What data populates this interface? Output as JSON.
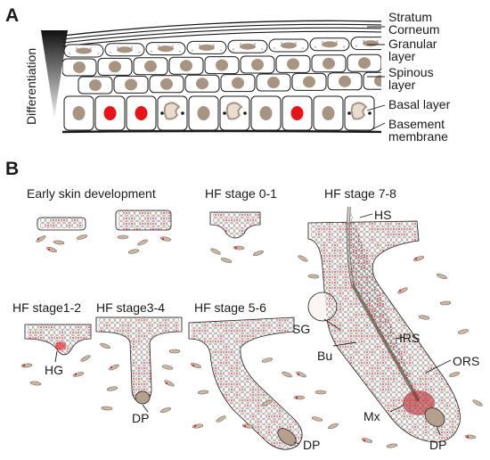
{
  "panel_a": {
    "letter": "A",
    "axis_label": "Differentiation",
    "layers": {
      "stratum_1": "Stratum",
      "stratum_2": "Corneum",
      "granular_1": "Granular",
      "granular_2": "layer",
      "spinous_1": "Spinous",
      "spinous_2": "layer",
      "basal": "Basal layer",
      "basement_1": "Basement",
      "basement_2": "membrane"
    }
  },
  "panel_b": {
    "letter": "B",
    "stages": {
      "early": "Early skin development",
      "s01": "HF stage 0-1",
      "s78": "HF stage 7-8",
      "s12": "HF stage1-2",
      "s34": "HF stage3-4",
      "s56": "HF stage 5-6"
    },
    "labels": {
      "hs": "HS",
      "sg": "SG",
      "bu": "Bu",
      "irs": "IRS",
      "ors": "ORS",
      "mx": "Mx",
      "dp_78": "DP",
      "dp_34": "DP",
      "dp_56": "DP",
      "hg": "HG"
    }
  },
  "colors": {
    "outline": "#1a1a1a",
    "nucleus": "#a89482",
    "red_cell": "#e8141c",
    "granule": "#b0a090",
    "shaft": "#8a8070",
    "mesenchyme": "#c9b8a6"
  }
}
